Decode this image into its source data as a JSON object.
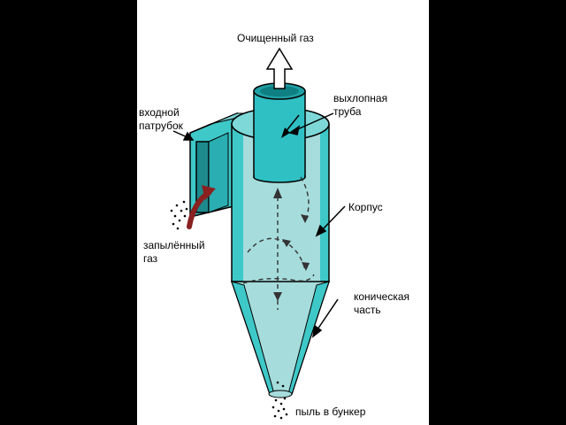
{
  "labels": {
    "clean_gas": "Очищенный газ",
    "exhaust_pipe_line1": "выхлопная",
    "exhaust_pipe_line2": "труба",
    "inlet_line1": "входной",
    "inlet_line2": "патрубок",
    "body": "Корпус",
    "dusty_gas_line1": "запылённый",
    "dusty_gas_line2": "газ",
    "conical_line1": "коническая",
    "conical_line2": "часть",
    "dust_bunker": "пыль в бункер"
  },
  "colors": {
    "background": "#000000",
    "panel": "#ffffff",
    "body_fill": "#3fc8c8",
    "body_dark": "#1fa0a4",
    "body_inner": "#a6dcdc",
    "pipe": "#2fc0c4",
    "inlet_arrow": "#8a2020",
    "outline": "#000000"
  }
}
